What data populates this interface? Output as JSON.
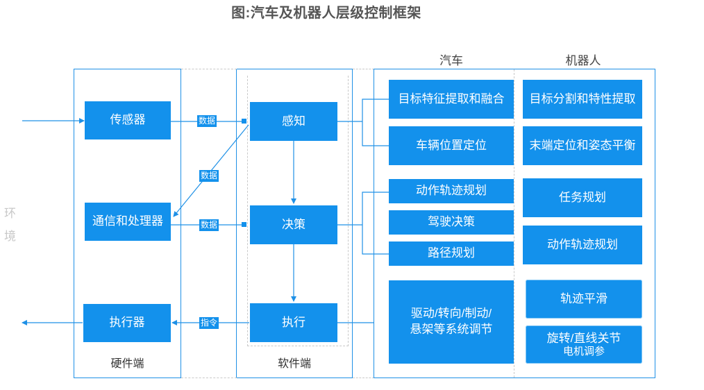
{
  "title": "图:汽车及机器人层级控制框架",
  "environment": [
    "环",
    "境"
  ],
  "hardware": {
    "caption": "硬件端",
    "sensor": "传感器",
    "comm": "通信和处理器",
    "actuator": "执行器"
  },
  "software": {
    "caption": "软件端",
    "perception": "感知",
    "decision": "决策",
    "execution": "执行"
  },
  "tags": {
    "data1": "数据",
    "data2": "数据",
    "data3": "数据",
    "cmd": "指令"
  },
  "columns": {
    "car": "汽车",
    "robot": "机器人"
  },
  "car": {
    "feature_fusion": "目标特征提取和融合",
    "vehicle_positioning": "车辆位置定位",
    "motion_trajectory": "动作轨迹规划",
    "driving_decision": "驾驶决策",
    "path_planning": "路径规划",
    "drive_line1": "驱动/转向/制动/",
    "drive_line2": "悬架等系统调节"
  },
  "robot": {
    "segmentation": "目标分割和特性提取",
    "end_positioning": "末端定位和姿态平衡",
    "task_planning": "任务规划",
    "motion_trajectory": "动作轨迹规划",
    "smooth_trajectory": "轨迹平滑",
    "joint_line1": "旋转/直线关节",
    "joint_line2": "电机调参"
  },
  "colors": {
    "accent": "#1391ec",
    "border": "#1e90e6",
    "dashed": "#c9c9c9"
  }
}
